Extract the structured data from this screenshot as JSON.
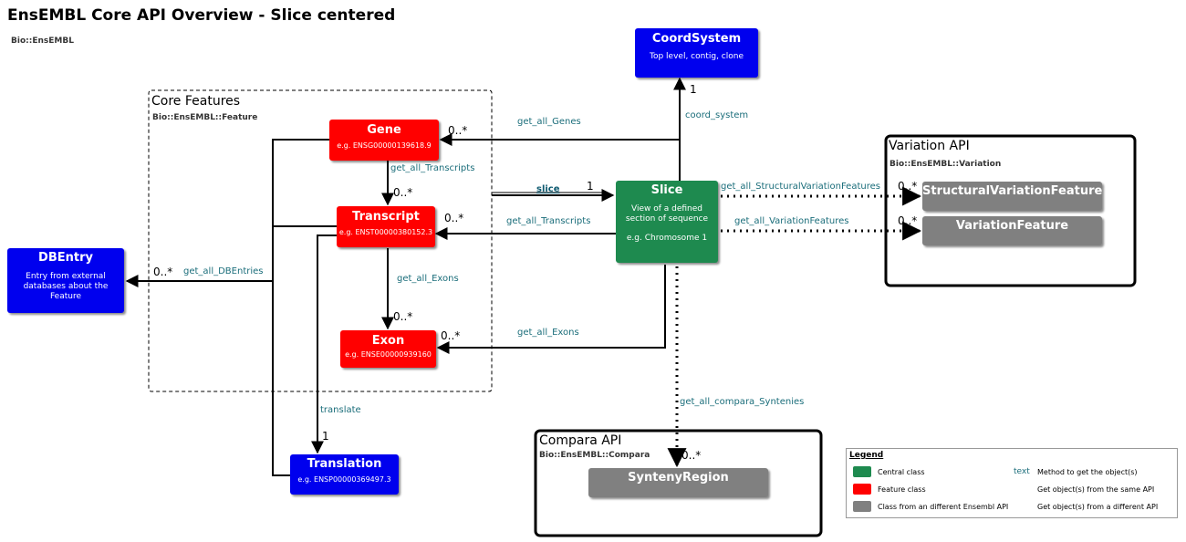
{
  "header": {
    "title": "EnsEMBL Core API Overview - Slice centered",
    "namespace": "Bio::EnsEMBL"
  },
  "groups": {
    "core": {
      "title": "Core Features",
      "namespace": "Bio::EnsEMBL::Feature"
    },
    "variation": {
      "title": "Variation API",
      "namespace": "Bio::EnsEMBL::Variation"
    },
    "compara": {
      "title": "Compara API",
      "namespace": "Bio::EnsEMBL::Compara"
    }
  },
  "nodes": {
    "coordsystem": {
      "title": "CoordSystem",
      "desc": "Top level, contig, clone"
    },
    "gene": {
      "title": "Gene",
      "sub": "e.g. ENSG00000139618.9"
    },
    "transcript": {
      "title": "Transcript",
      "sub": "e.g. ENST00000380152.3"
    },
    "exon": {
      "title": "Exon",
      "sub": "e.g. ENSE00000939160"
    },
    "translation": {
      "title": "Translation",
      "sub": "e.g. ENSP00000369497.3"
    },
    "dbentry": {
      "title": "DBEntry",
      "desc": "Entry from external databases about the Feature"
    },
    "slice": {
      "title": "Slice",
      "desc": "View of a defined section of sequence",
      "example": "e.g. Chromosome 1"
    },
    "structvar": {
      "title": "StructuralVariationFeature"
    },
    "varfeat": {
      "title": "VariationFeature"
    },
    "synteny": {
      "title": "SyntenyRegion"
    }
  },
  "edges": {
    "get_all_genes": "get_all_Genes",
    "get_all_transcripts_gene": "get_all_Transcripts",
    "get_all_transcripts_slice": "get_all_Transcripts",
    "get_all_exons_transcript": "get_all_Exons",
    "get_all_exons_slice": "get_all_Exons",
    "get_all_dbentries": "get_all_DBEntries",
    "translate": "translate",
    "slice": "slice",
    "coord_system": "coord_system",
    "get_all_structvar": "get_all_StructuralVariationFeatures",
    "get_all_varfeat": "get_all_VariationFeatures",
    "get_all_syntenies": "get_all_compara_Syntenies"
  },
  "cardinalities": {
    "gene": "0..*",
    "transcript_from_gene": "0..*",
    "transcript_from_slice": "0..*",
    "exon_from_transcript": "0..*",
    "exon_from_slice": "0..*",
    "dbentry": "0..*",
    "translation": "1",
    "slice_to": "1",
    "coordsystem": "1",
    "structvar": "0..*",
    "varfeat": "0..*",
    "synteny": "0..*"
  },
  "legend": {
    "title": "Legend",
    "central": "Central class",
    "feature": "Feature class",
    "other_api": "Class from an different Ensembl API",
    "text_sample": "text",
    "text_desc": "Method to get the object(s)",
    "same_api": "Get object(s) from the same API",
    "diff_api": "Get object(s) from a different API"
  },
  "colors": {
    "central": "#1e8a4f",
    "feature": "#ff0000",
    "core_class": "#0000ee",
    "other_api": "#808080",
    "method_text": "#1a6d7a"
  }
}
